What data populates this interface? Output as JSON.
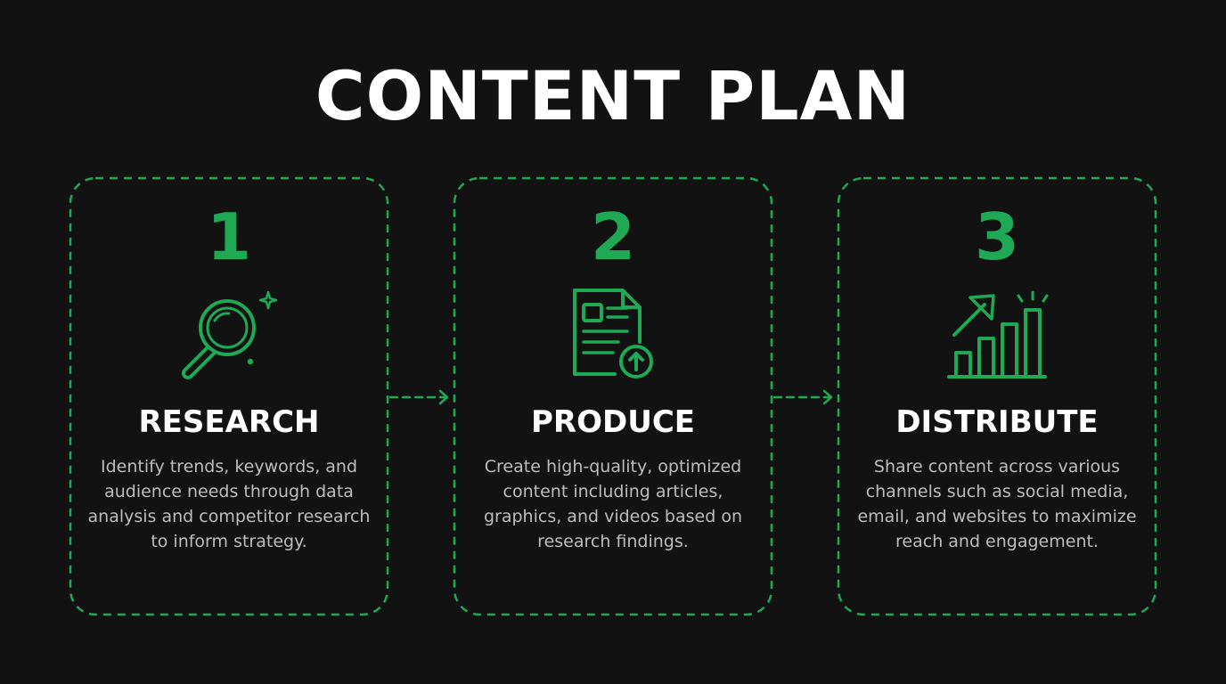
{
  "title": "CONTENT PLAN",
  "colors": {
    "background": "#121212",
    "accent": "#1fa955",
    "heading": "#ffffff",
    "body_text": "#bdbdbd"
  },
  "steps": [
    {
      "number": "1",
      "heading": "RESEARCH",
      "description": "Identify trends, keywords, and audience needs through data analysis and competitor research to inform strategy.",
      "icon": "magnifying-glass-sparkle-icon"
    },
    {
      "number": "2",
      "heading": "PRODUCE",
      "description": "Create high-quality, optimized content including articles, graphics, and videos based on research findings.",
      "icon": "document-upload-icon"
    },
    {
      "number": "3",
      "heading": "DISTRIBUTE",
      "description": "Share content across various channels such as social media, email, and websites to maximize reach and engagement.",
      "icon": "growth-chart-icon"
    }
  ]
}
